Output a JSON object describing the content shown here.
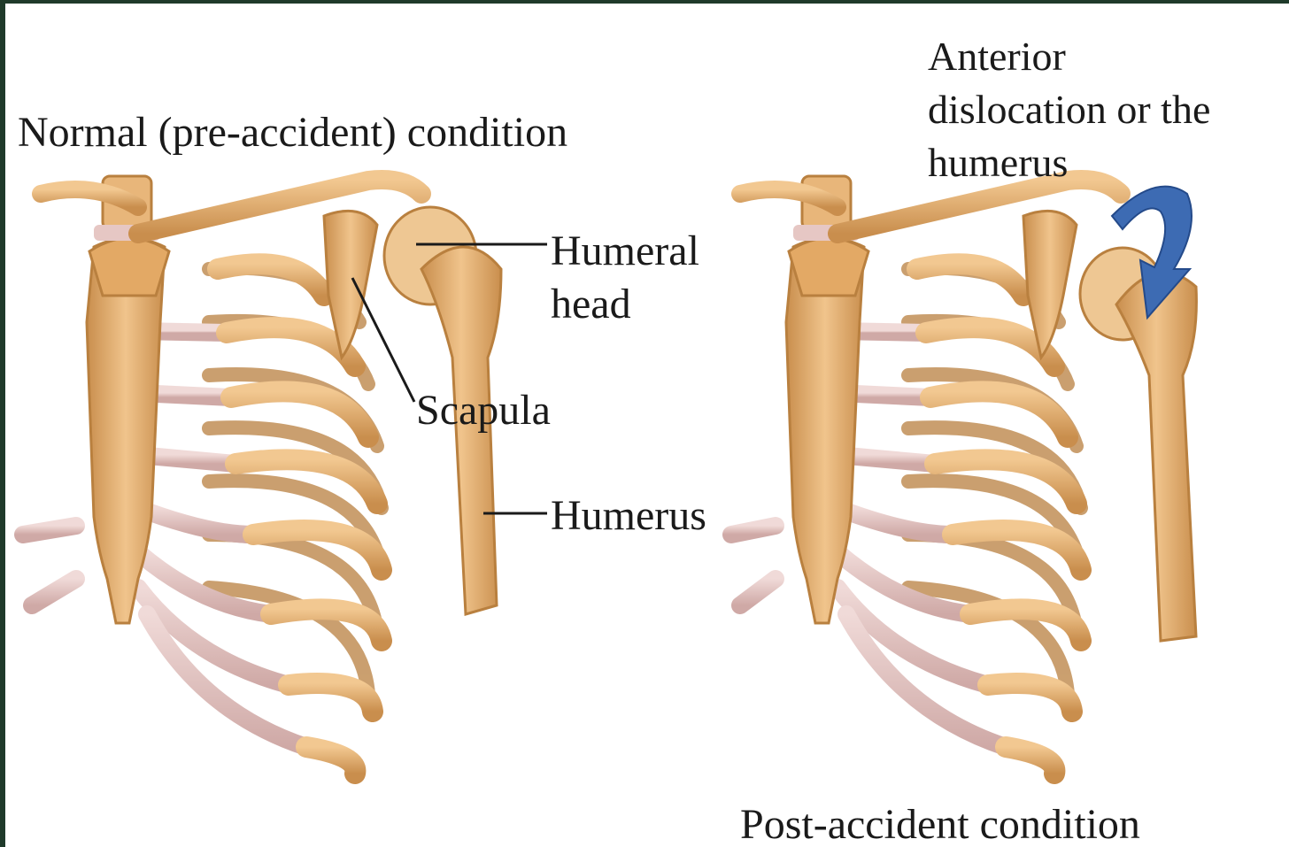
{
  "figure": {
    "title_normal": "Normal (pre-accident) condition",
    "title_post": "Post-accident condition",
    "anterior_line1": "Anterior",
    "anterior_line2": "dislocation or the",
    "anterior_line3": "humerus",
    "humeral_head_line1": "Humeral",
    "humeral_head_line2": "head",
    "scapula": "Scapula",
    "humerus": "Humerus"
  },
  "colors": {
    "background_border": "#1f3a2a",
    "bone": "#e8b67a",
    "bone_shadow": "#b9803f",
    "cartilage": "#e6c7c4",
    "arrow": "#3d6bb3"
  }
}
